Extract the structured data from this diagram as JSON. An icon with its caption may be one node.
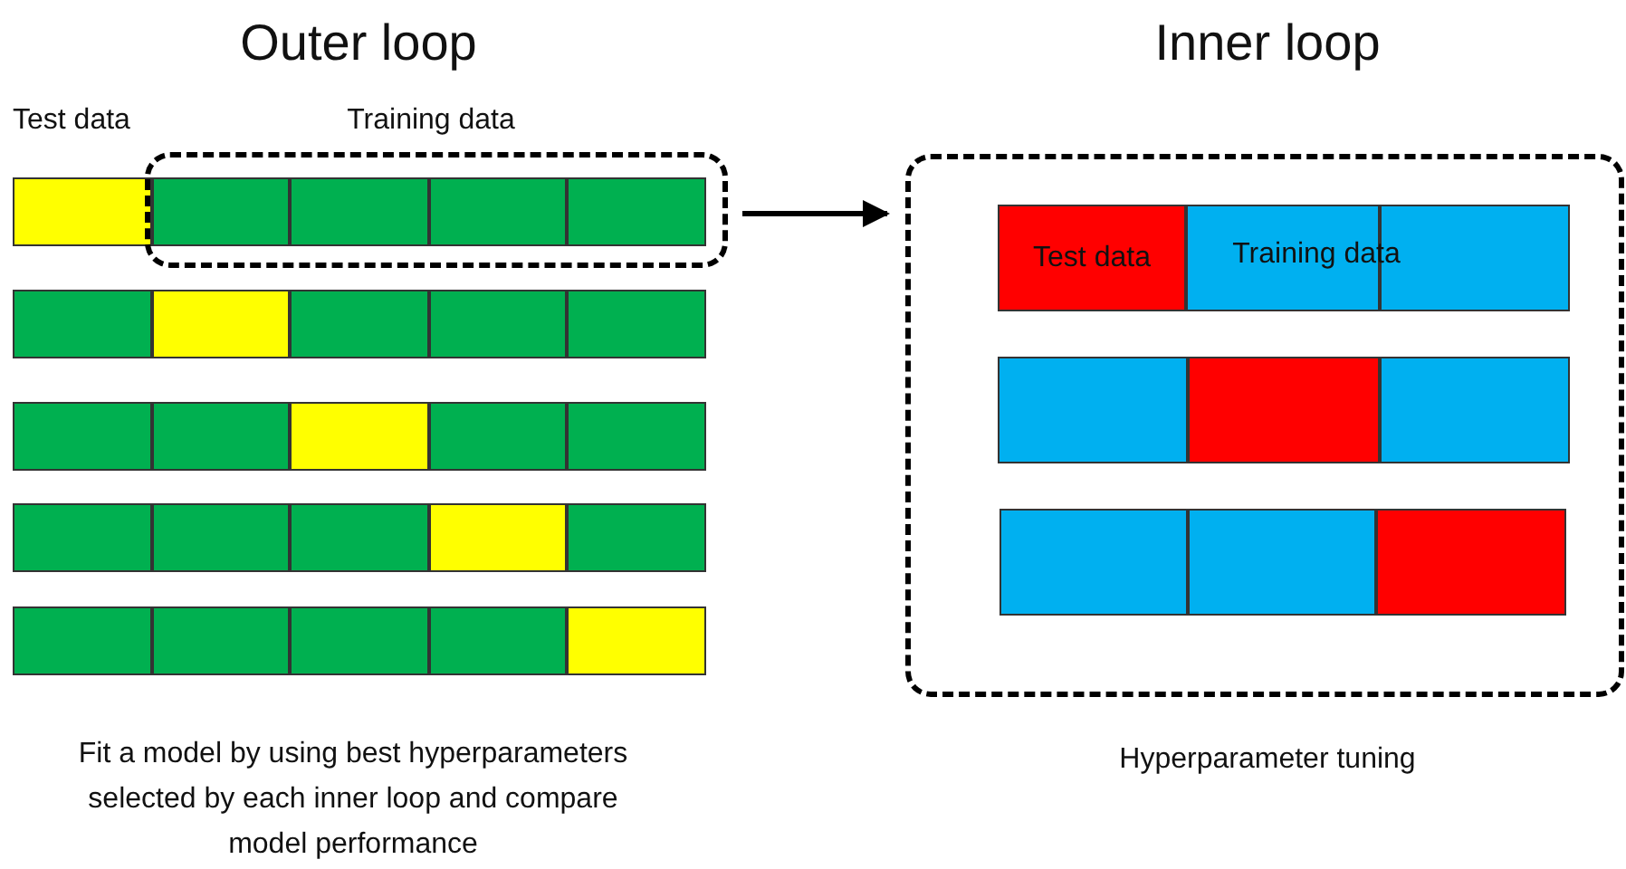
{
  "diagram": {
    "nodes": [
      {
        "text": [],
        "shape": "box"
      },
      {
        "text": [],
        "shape": "box"
      },
      {
        "text": [],
        "shape": "box",
        "in": 0
      },
      {
        "text": [],
        "shape": "box",
        "in": 0
      },
      {
        "text": [],
        "shape": "box",
        "in": 0
      },
      {
        "text": [],
        "shape": "box",
        "in": 0
      },
      {
        "text": [],
        "shape": "box"
      },
      {
        "text": [],
        "shape": "box"
      },
      {
        "text": [],
        "shape": "box"
      },
      {
        "text": [],
        "shape": "box"
      },
      {
        "text": [],
        "shape": "box"
      },
      {
        "text": [],
        "shape": "box"
      },
      {
        "text": [],
        "shape": "box"
      },
      {
        "text": [],
        "shape": "box"
      },
      {
        "text": [],
        "shape": "box"
      },
      {
        "text": [],
        "shape": "box"
      },
      {
        "text": [],
        "shape": "box"
      },
      {
        "text": [],
        "shape": "box"
      },
      {
        "text": [],
        "shape": "box"
      },
      {
        "text": [],
        "shape": "box"
      },
      {
        "text": [],
        "shape": "box"
      },
      {
        "text": [],
        "shape": "box"
      },
      {
        "text": [],
        "shape": "box"
      },
      {
        "text": [],
        "shape": "box"
      },
      {
        "text": [],
        "shape": "box"
      },
      {
        "text": [],
        "shape": "box"
      },
      {
        "text": [],
        "shape": "box"
      },
      {
        "text": [
          "Test data"
        ],
        "in": 26
      },
      {
        "text": [],
        "shape": "box",
        "in": 26
      },
      {
        "text": [],
        "shape": "box",
        "in": 26
      },
      {
        "text": [],
        "shape": "box",
        "in": 26
      },
      {
        "text": [],
        "shape": "box",
        "in": 26
      },
      {
        "text": [],
        "shape": "box",
        "in": 26
      },
      {
        "text": [],
        "shape": "box",
        "in": 26
      },
      {
        "text": [],
        "shape": "box",
        "in": 26
      },
      {
        "text": [],
        "shape": "box",
        "in": 26
      }
    ],
    "edges": [
      {
        "from": 0,
        "to": 26,
        "arrow": "to"
      }
    ],
    "labels": [
      "Outer loop",
      "Inner loop",
      "Test data",
      "Training data",
      "Training data",
      "Fit a model by using best hyperparameters selected by each inner loop and compare model performance",
      "Hyperparameter tuning"
    ]
  }
}
